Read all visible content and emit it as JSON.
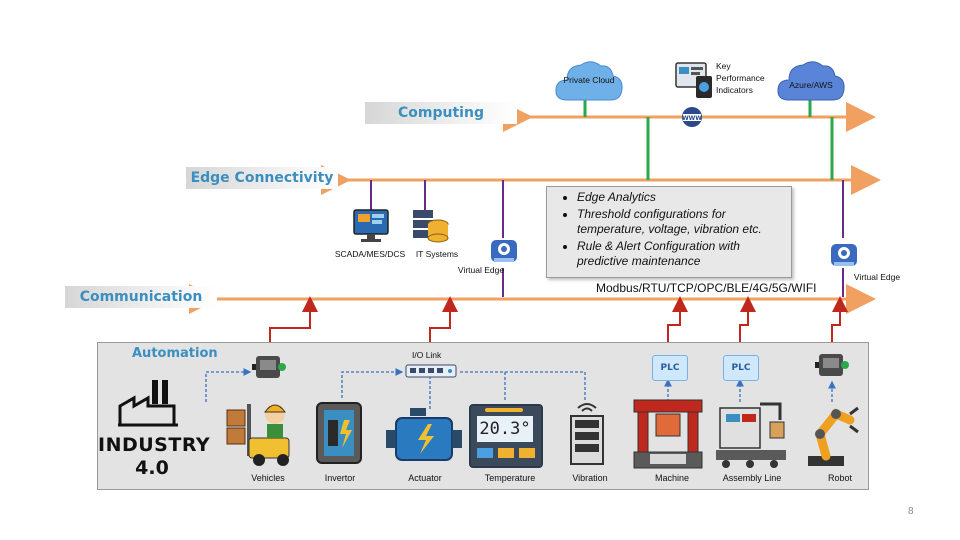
{
  "layers": {
    "computing": "Computing",
    "edge_connectivity": "Edge Connectivity",
    "communication": "Communication",
    "automation": "Automation"
  },
  "cloud": {
    "private": "Private Cloud",
    "public": "Azure/AWS",
    "kpi": "Key\nPerformance\nIndicators",
    "www": "WWW"
  },
  "edge_systems": {
    "scada": "SCADA/MES/DCS",
    "it": "IT Systems",
    "virtual_edge_1": "Virtual Edge",
    "virtual_edge_2": "Virtual Edge"
  },
  "analytics": {
    "items": [
      "Edge Analytics",
      "Threshold configurations for temperature, voltage, vibration etc.",
      "Rule & Alert Configuration with predictive maintenance"
    ]
  },
  "protocols": "Modbus/RTU/TCP/OPC/BLE/4G/5G/WIFI",
  "automation": {
    "io_link": "I/O Link",
    "plc": "PLC",
    "industry_line1": "INDUSTRY",
    "industry_line2": "4.0",
    "temperature_reading": "20.3°",
    "devices": [
      "Vehicles",
      "Invertor",
      "Actuator",
      "Temperature",
      "Vibration",
      "Machine",
      "Assembly Line",
      "Robot"
    ]
  },
  "page_number": "8",
  "colors": {
    "orange_bus": "#f0a060",
    "green_link": "#2aa84a",
    "purple_link": "#6a2a8a",
    "red_link": "#c0281e",
    "blue_dashed": "#3a70c0",
    "cloud_light": "#6fb0e8",
    "cloud_dark": "#5a84d8"
  }
}
